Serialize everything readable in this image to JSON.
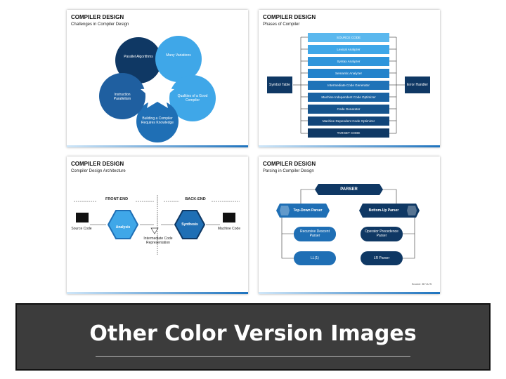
{
  "slides": [
    {
      "title": "COMPILER DESIGN",
      "subtitle": "Challenges in Compiler Design",
      "petals": [
        "Parallel Algorithms",
        "Many Variations",
        "Qualities of a Good Compiler",
        "Building a Compiler Requires Knowledge",
        "Instruction Parallelism"
      ]
    },
    {
      "title": "COMPILER DESIGN",
      "subtitle": "Phases of Compiler",
      "phases": [
        "SOURCE CODE",
        "Lexical Analyzer",
        "Syntax Analyzer",
        "Semantic Analyzer",
        "Intermediate Code Generator",
        "Machine Independent Code Optimizer",
        "Code Generator",
        "Machine Dependent Code Optimizer",
        "TARGET CODE"
      ],
      "left_box": "Symbol Table",
      "right_box": "Error Handler"
    },
    {
      "title": "COMPILER DESIGN",
      "subtitle": "Compiler Design Architecture",
      "front_end": "FRONT-END",
      "back_end": "BACK-END",
      "source_code": "Source Code",
      "analysis": "Analysis",
      "intermediate": "Intermediate Code Representation",
      "synthesis": "Synthesis",
      "machine_code": "Machine Code"
    },
    {
      "title": "COMPILER DESIGN",
      "subtitle": "Parsing in Compiler Design",
      "parser": "PARSER",
      "top_down": "Top-Down Parser",
      "bottom_up": "Bottom-Up Parser",
      "recursive": "Recursive Descent Parser",
      "ll1": "LL(1)",
      "operator": "Operator Precedence Parser",
      "lr": "LR Parser",
      "source": "Source: BYJU'S"
    }
  ],
  "banner": {
    "text": "Other Color Version Images"
  },
  "colors": {
    "dark_navy": "#0f3864",
    "mid_blue": "#1f6fb5",
    "light_blue": "#3fa7e8",
    "banner_bg": "#3c3c3c"
  }
}
